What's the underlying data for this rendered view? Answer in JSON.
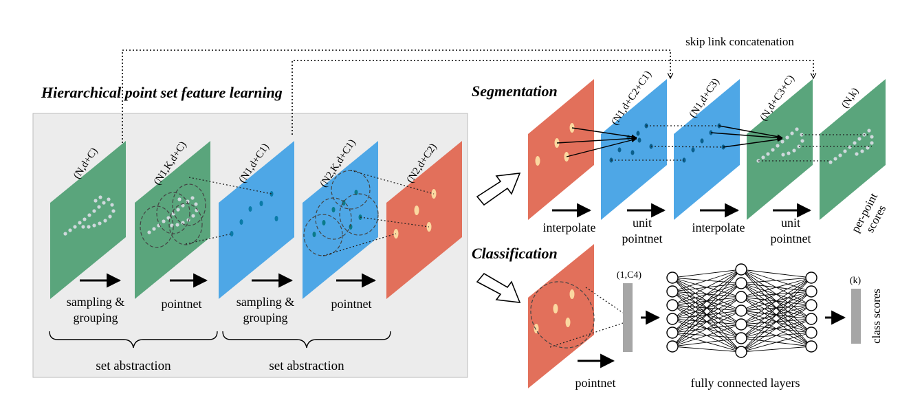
{
  "titles": {
    "hierarchical": "Hierarchical point set feature learning",
    "segmentation": "Segmentation",
    "classification": "Classification"
  },
  "skip_link": "skip link concatenation",
  "hierarchical": {
    "planes": [
      {
        "label": "(N,d+C)",
        "color": "#5aa57c"
      },
      {
        "label": "(N1,K,d+C)",
        "color": "#5aa57c"
      },
      {
        "label": "(N1,d+C1)",
        "color": "#4ea7e6"
      },
      {
        "label": "(N2,K,d+C1)",
        "color": "#4ea7e6"
      },
      {
        "label": "(N2,d+C2)",
        "color": "#e2705b"
      }
    ],
    "steps": [
      {
        "line1": "sampling &",
        "line2": "grouping"
      },
      {
        "line1": "pointnet",
        "line2": ""
      },
      {
        "line1": "sampling &",
        "line2": "grouping"
      },
      {
        "line1": "pointnet",
        "line2": ""
      }
    ],
    "set_abstraction": [
      "set abstraction",
      "set abstraction"
    ]
  },
  "segmentation": {
    "planes": [
      {
        "label": "",
        "color": "#e2705b"
      },
      {
        "label": "(N1,d+C2+C1)",
        "color": "#4ea7e6"
      },
      {
        "label": "(N1,d+C3)",
        "color": "#4ea7e6"
      },
      {
        "label": "(N,d+C3+C)",
        "color": "#5aa57c"
      },
      {
        "label": "(N,k)",
        "color": "#5aa57c"
      }
    ],
    "steps": [
      {
        "line1": "interpolate",
        "line2": ""
      },
      {
        "line1": "unit",
        "line2": "pointnet"
      },
      {
        "line1": "interpolate",
        "line2": ""
      },
      {
        "line1": "unit",
        "line2": "pointnet"
      }
    ],
    "per_point": [
      "per-point",
      "scores"
    ]
  },
  "classification": {
    "plane_color": "#e2705b",
    "feature_label": "(1,C4)",
    "output_label": "(k)",
    "pointnet": "pointnet",
    "fc_label": "fully connected layers",
    "class_scores": "class scores"
  }
}
